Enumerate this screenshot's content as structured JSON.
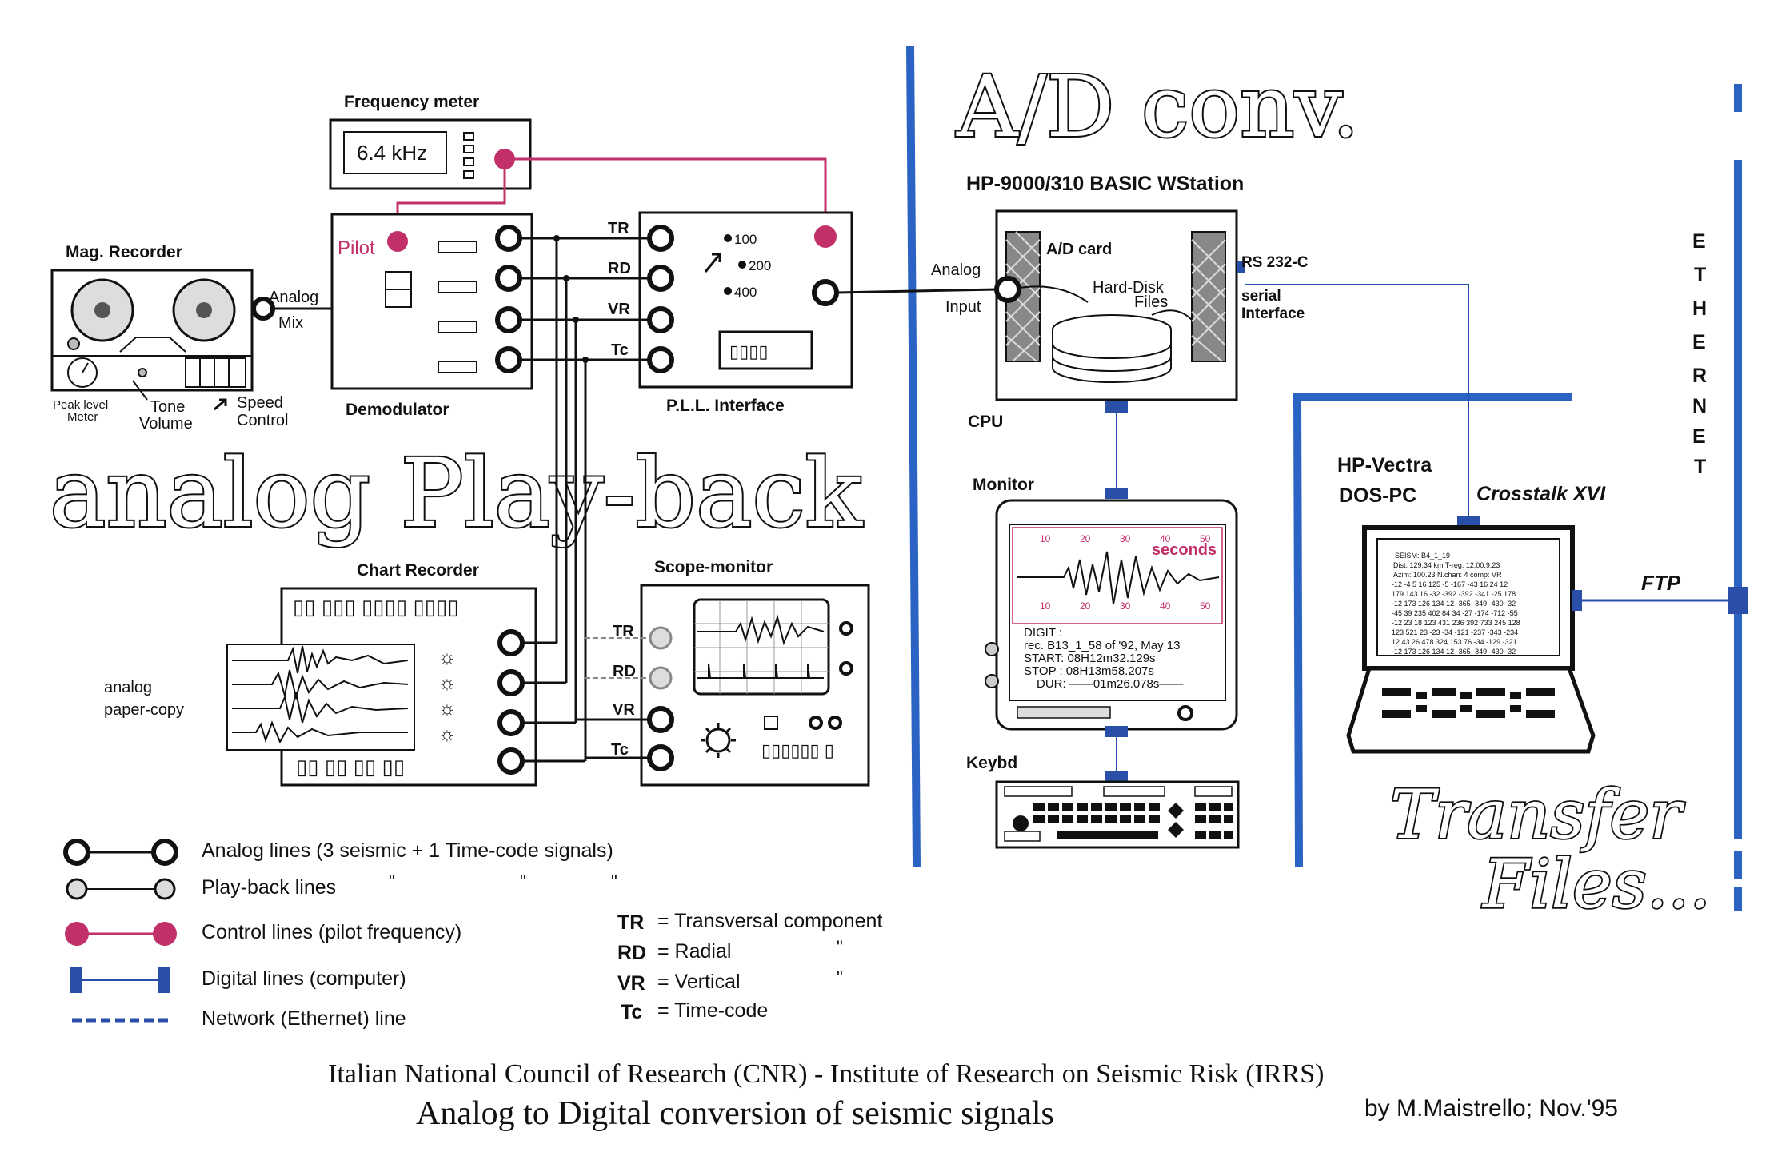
{
  "diagram": {
    "heading_playback": "analog Play-back",
    "heading_ad": "A/D conv.",
    "heading_transfer_1": "Transfer",
    "heading_transfer_2": "Files...",
    "mag_recorder": {
      "title": "Mag. Recorder",
      "output_1": "Analog",
      "output_2": "Mix",
      "peak_1": "Peak level",
      "peak_2": "Meter",
      "tone_1": "Tone",
      "tone_2": "Volume",
      "speed_1": "Speed",
      "speed_2": "Control"
    },
    "frequency_meter": {
      "title": "Frequency meter",
      "display": "6.4 kHz"
    },
    "demodulator": {
      "title": "Demodulator",
      "pilot": "Pilot"
    },
    "pll": {
      "title": "P.L.L. Interface",
      "opt1": "100",
      "opt2": "200",
      "opt3": "400",
      "display": "▯▯▯▯"
    },
    "channels": [
      "TR",
      "RD",
      "VR",
      "Tc"
    ],
    "chart_recorder": {
      "title": "Chart Recorder",
      "top_keys": "▯▯ ▯▯▯   ▯▯▯▯ ▯▯▯▯",
      "bottom_keys": "▯▯ ▯▯ ▯▯ ▯▯",
      "paper_1": "analog",
      "paper_2": "paper-copy"
    },
    "scope": {
      "title": "Scope-monitor",
      "keys": "▯▯▯▯▯▯ ▯"
    },
    "hp9000": {
      "title": "HP-9000/310  BASIC WStation",
      "card": "A/D card",
      "disk_1": "Hard-Disk",
      "disk_2": "Files",
      "in_1": "Analog",
      "in_2": "Input",
      "rs_1": "RS 232-C",
      "rs_2": "serial",
      "rs_3": "Interface",
      "cpu": "CPU"
    },
    "monitor": {
      "title": "Monitor",
      "seconds": "seconds",
      "ticks_top": [
        "10",
        "20",
        "30",
        "40",
        "50"
      ],
      "ticks_bottom": [
        "10",
        "20",
        "30",
        "40",
        "50"
      ],
      "digit": "DIGIT :",
      "rec": "rec. B13_1_58 of '92, May 13",
      "start": "START: 08H12m32.129s",
      "stop": "STOP  : 08H13m58.207s",
      "dur": "DUR: ——01m26.078s——"
    },
    "keyboard": {
      "title": "Keybd"
    },
    "vectra": {
      "title_1": "HP-Vectra",
      "title_2": "DOS-PC",
      "software": "Crosstalk XVI",
      "ftp": "FTP",
      "screen_lines": [
        "SEISM: B4_1_19",
        "Dist: 129.34 km  T-reg: 12:00.9.23",
        "Azim: 100.23  N.chan: 4  comp: VR",
        "-12 -4 5 16 125 -5 -167 -43 16 24 12",
        "179 143 16 -32 -392 -392 -341 -25 178",
        "-12 173 126 134 12 -365 -849 -430 -32",
        "-45 39 235 402 84 34 -27 -174 -712 -55",
        "-12 23 18 123 431 236 392 733 245 128",
        "123 521 23 -23 -34 -121 -237 -343 -234",
        "12 43 26 478 324 153 76 -34 -129 -321",
        "-12 173 126 134 12 -365 -849 -430 -32"
      ]
    },
    "ethernet": "ETHERNET"
  },
  "legend": {
    "analog": "Analog lines (3 seismic + 1 Time-code signals)",
    "playback": "Play-back lines",
    "ditto_1": "\"",
    "ditto_2": "\"",
    "ditto_3": "\"",
    "control": "Control lines (pilot frequency)",
    "digital": "Digital lines (computer)",
    "network": "Network (Ethernet) line",
    "tr_code": "TR",
    "tr_desc": "= Transversal component",
    "rd_code": "RD",
    "rd_desc": "= Radial",
    "rd_ditto": "\"",
    "vr_code": "VR",
    "vr_desc": "= Vertical",
    "vr_ditto": "\"",
    "tc_code": "Tc",
    "tc_desc": "= Time-code"
  },
  "footer": {
    "institute": "Italian National Council of Research (CNR) - Institute of Research on Seismic Risk (IRRS)",
    "subtitle": "Analog to Digital conversion of seismic signals",
    "author": "by M.Maistrello; Nov.'95"
  },
  "colors": {
    "network": "#2a63c4",
    "digital": "#2a4fa8",
    "pilot": "#c2306a",
    "seconds_label": "#c2306a"
  }
}
